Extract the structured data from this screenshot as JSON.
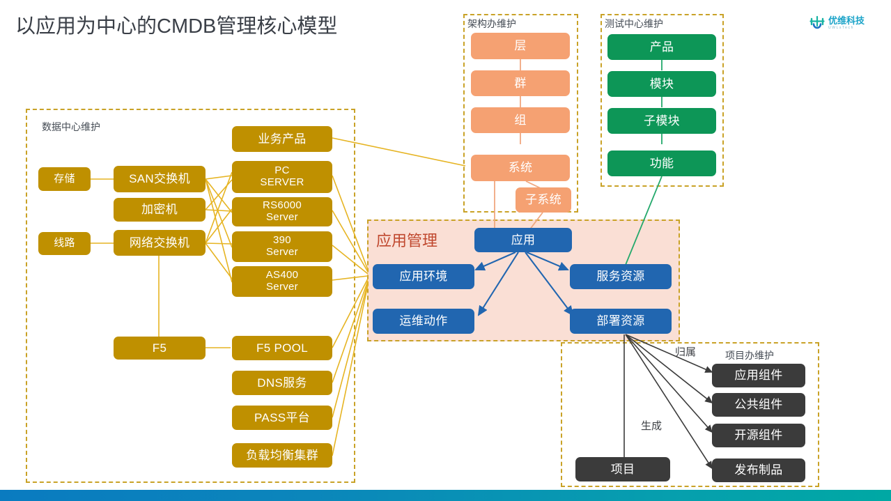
{
  "header": {
    "title": "以应用为中心的CMDB管理核心模型",
    "logo": {
      "name": "优维科技",
      "subtitle": "UWLsTech",
      "icon": "uwl-logo-icon"
    }
  },
  "colors": {
    "gold": "#bf9000",
    "orange": "#f5a172",
    "green": "#0d9657",
    "blue": "#2166b0",
    "dark": "#3b3b3b",
    "panel_pink": "#fadfd5",
    "group_border": "#c9a227",
    "panel_title": "#c0482e",
    "bar_left": "#0a7bc0",
    "bar_right": "#00a8a4"
  },
  "groups": {
    "datacenter": {
      "label": "数据中心维护"
    },
    "architecture": {
      "label": "架构办维护"
    },
    "testcenter": {
      "label": "测试中心维护"
    },
    "pmo": {
      "label": "项目办维护"
    },
    "appmgmt": {
      "label": "应用管理"
    }
  },
  "datacenter": {
    "nodes": [
      {
        "id": "cunchu",
        "label": "存储"
      },
      {
        "id": "san",
        "label": "SAN交换机"
      },
      {
        "id": "jiamiji",
        "label": "加密机"
      },
      {
        "id": "xianlu",
        "label": "线路"
      },
      {
        "id": "netsw",
        "label": "网络交换机"
      },
      {
        "id": "f5",
        "label": "F5"
      },
      {
        "id": "yewuchanpin",
        "label": "业务产品"
      },
      {
        "id": "pcserver",
        "label": "PC\nSERVER"
      },
      {
        "id": "rs6000",
        "label": "RS6000\nServer"
      },
      {
        "id": "s390",
        "label": "390\nServer"
      },
      {
        "id": "as400",
        "label": "AS400\nServer"
      },
      {
        "id": "f5pool",
        "label": "F5 POOL"
      },
      {
        "id": "dns",
        "label": "DNS服务"
      },
      {
        "id": "pass",
        "label": "PASS平台"
      },
      {
        "id": "lbcluster",
        "label": "负载均衡集群"
      }
    ]
  },
  "architecture": {
    "nodes": [
      {
        "id": "ceng",
        "label": "层"
      },
      {
        "id": "qun",
        "label": "群"
      },
      {
        "id": "zu",
        "label": "组"
      },
      {
        "id": "xitong",
        "label": "系统"
      },
      {
        "id": "zixitong",
        "label": "子系统"
      }
    ]
  },
  "testcenter": {
    "nodes": [
      {
        "id": "chanpin",
        "label": "产品"
      },
      {
        "id": "mokuai",
        "label": "模块"
      },
      {
        "id": "zimokuai",
        "label": "子模块"
      },
      {
        "id": "gongneng",
        "label": "功能"
      }
    ]
  },
  "appmgmt": {
    "title": "应用管理",
    "nodes": [
      {
        "id": "yingyong",
        "label": "应用"
      },
      {
        "id": "yyhuanjing",
        "label": "应用环境"
      },
      {
        "id": "fuwuziyuan",
        "label": "服务资源"
      },
      {
        "id": "ywdongzuo",
        "label": "运维动作"
      },
      {
        "id": "bushuziyuan",
        "label": "部署资源"
      }
    ]
  },
  "pmo": {
    "nodes": [
      {
        "id": "yyzujian",
        "label": "应用组件"
      },
      {
        "id": "ggzujian",
        "label": "公共组件"
      },
      {
        "id": "kyzujian",
        "label": "开源组件"
      },
      {
        "id": "fbzhipin",
        "label": "发布制品"
      },
      {
        "id": "xiangmu",
        "label": "项目"
      }
    ],
    "edge_labels": [
      {
        "id": "guishu",
        "label": "归属"
      },
      {
        "id": "shengcheng",
        "label": "生成"
      }
    ]
  }
}
